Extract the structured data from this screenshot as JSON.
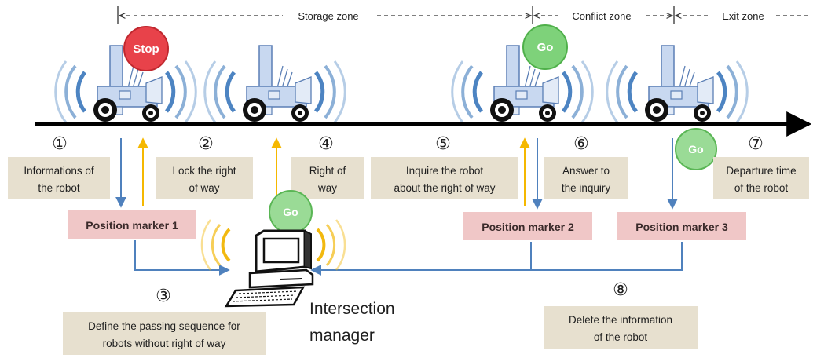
{
  "zones": {
    "storage": "Storage zone",
    "conflict": "Conflict zone",
    "exit": "Exit zone"
  },
  "signals": {
    "stop": "Stop",
    "go": "Go"
  },
  "steps": [
    {
      "number": "①",
      "line1": "Informations of",
      "line2": "the robot"
    },
    {
      "number": "②",
      "line1": "Lock the right",
      "line2": "of way"
    },
    {
      "number": "③",
      "line1": "Define the passing sequence for",
      "line2": "robots without right of way"
    },
    {
      "number": "④",
      "line1": "Right of",
      "line2": "way"
    },
    {
      "number": "⑤",
      "line1": "Inquire the robot",
      "line2": "about the right of way"
    },
    {
      "number": "⑥",
      "line1": "Answer to",
      "line2": "the inquiry"
    },
    {
      "number": "⑦",
      "line1": "Departure time",
      "line2": "of the robot"
    },
    {
      "number": "⑧",
      "line1": "Delete the information",
      "line2": "of the robot"
    }
  ],
  "markers": {
    "m1": "Position marker 1",
    "m2": "Position marker 2",
    "m3": "Position marker 3"
  },
  "manager": {
    "line1": "Intersection",
    "line2": "manager"
  },
  "colors": {
    "box_bg": "#e7e0cf",
    "marker_bg": "#f0c7c7",
    "blue_arrow": "#4f81bd",
    "yellow_arrow": "#f5b800",
    "stop_red": "#e8424a",
    "go_green": "#7ed27a",
    "wave_blue": "#2e6fb7",
    "wave_yellow": "#f2b90f"
  }
}
